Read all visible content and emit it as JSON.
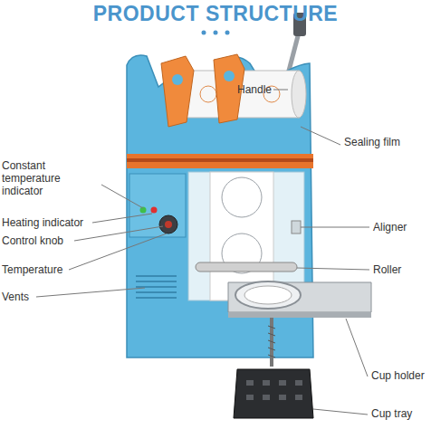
{
  "diagram": {
    "title": "PRODUCT STRUCTURE",
    "labels": [
      "Handle",
      "Sealing film",
      "Constant temperature indicator",
      "Heating indicator",
      "Control knob",
      "Temperature",
      "Aligner",
      "Roller",
      "Vents",
      "Cup holder",
      "Cup tray"
    ]
  }
}
